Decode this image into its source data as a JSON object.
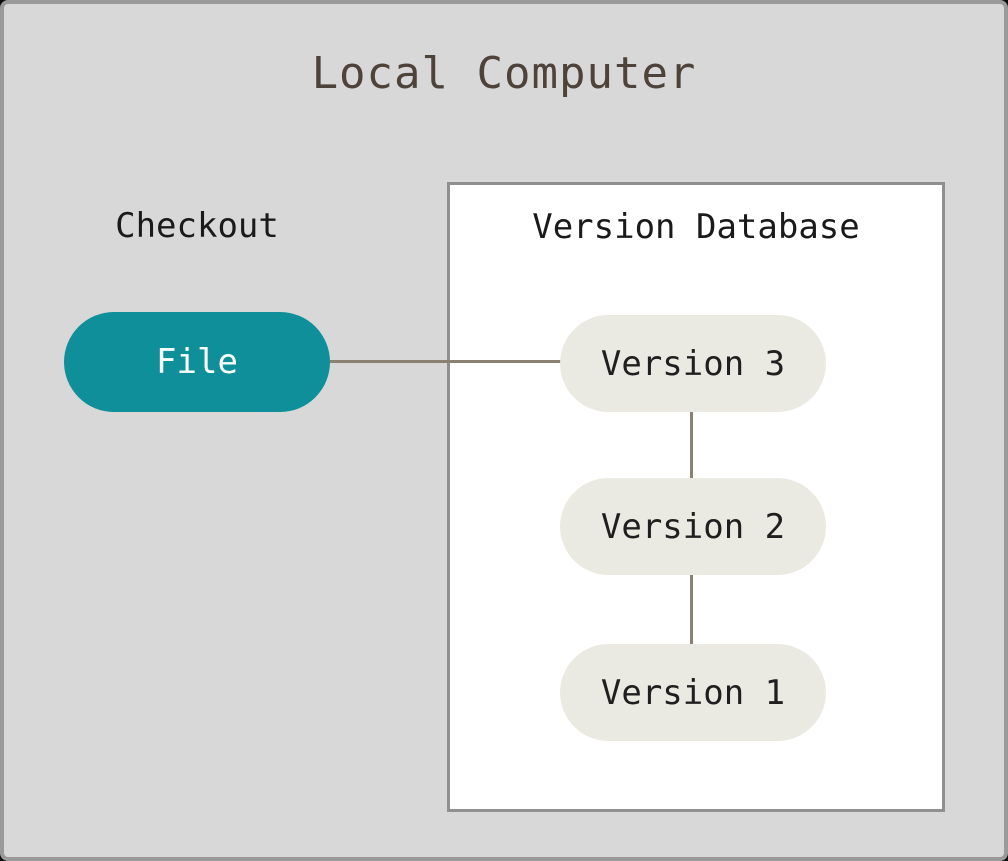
{
  "diagram": {
    "title": "Local Computer",
    "checkout": {
      "label": "Checkout",
      "file_label": "File"
    },
    "version_database": {
      "label": "Version Database",
      "versions": [
        "Version 3",
        "Version 2",
        "Version 1"
      ]
    },
    "colors": {
      "background": "#d8d8d8",
      "outer_border": "#9a9a9a",
      "box_background": "#ffffff",
      "box_border": "#909090",
      "file_fill": "#0e8f9a",
      "file_text": "#ffffff",
      "version_fill": "#ebeae2",
      "version_text": "#1f1f1f",
      "line": "#8a8173",
      "title_text": "#4d4339",
      "label_text": "#1a1a1a"
    }
  }
}
